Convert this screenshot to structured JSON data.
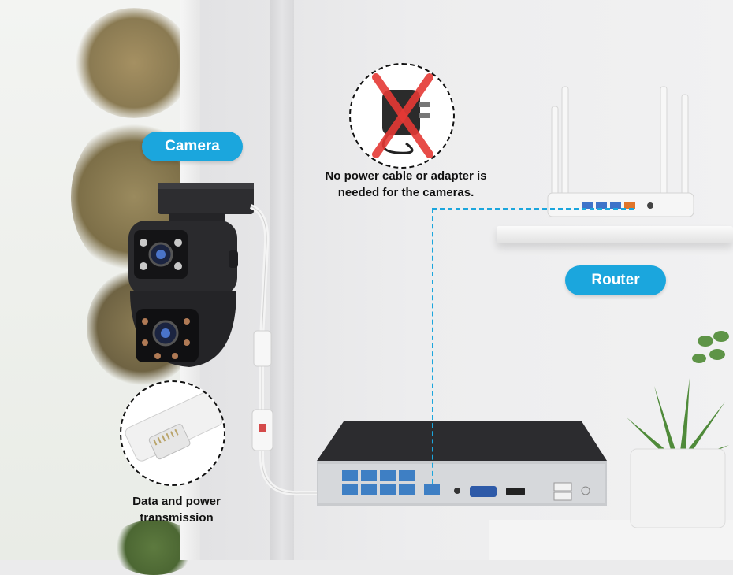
{
  "labels": {
    "camera": "Camera",
    "router": "Router"
  },
  "captions": {
    "no_power_line1": "No power cable or adapter is",
    "no_power_line2": "needed for the cameras.",
    "data_power_line1": "Data and power",
    "data_power_line2": "transmission"
  },
  "colors": {
    "accent": "#1ba6dd",
    "cross": "#e53935"
  },
  "icons": {
    "adapter_crossed": "crossed-power-adapter-icon",
    "ethernet_connector": "ethernet-connector-icon"
  }
}
